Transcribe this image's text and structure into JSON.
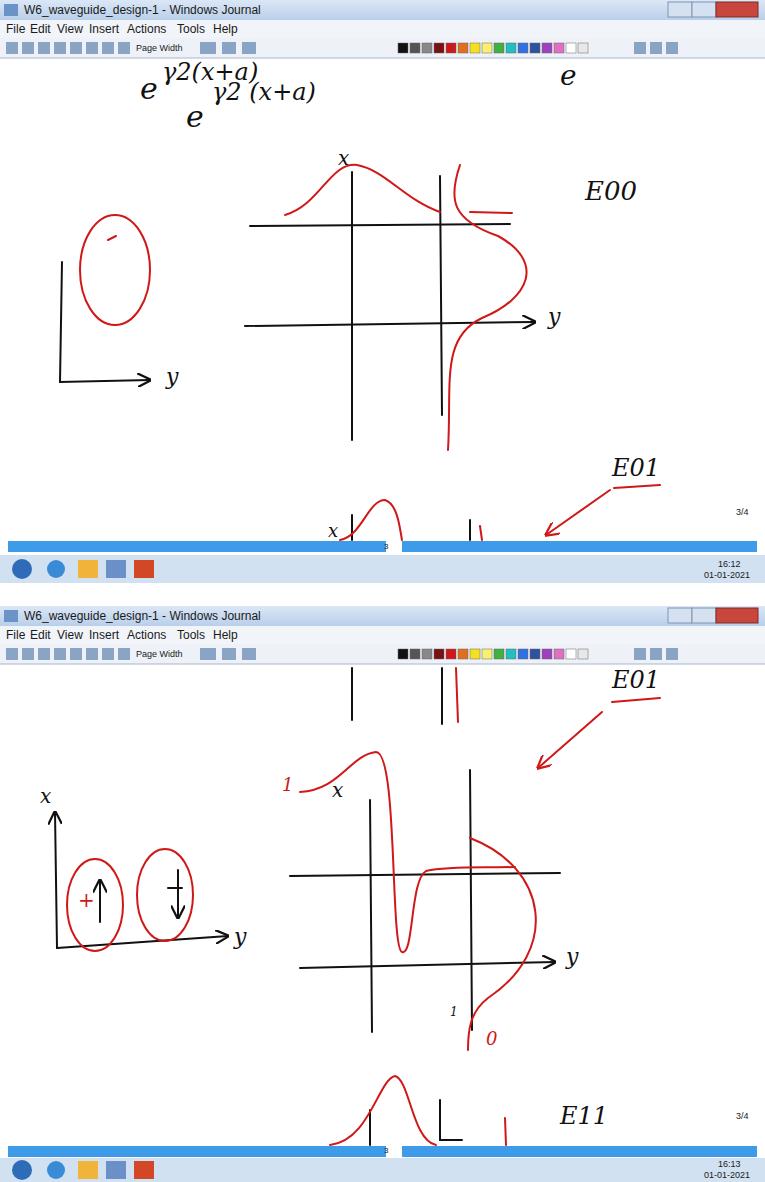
{
  "diagram": {
    "labels": [
      "W6_waveguide_design-1 - Windows Journal",
      "File",
      "Edit",
      "View",
      "Insert",
      "Actions",
      "Tools",
      "Help",
      "Page Width",
      "e",
      "γ2(x+a)",
      "e",
      "γ2 (x+a)",
      "e",
      "x",
      "E00",
      "y",
      "y",
      "E01",
      "x",
      "3/4",
      "3",
      "16:12",
      "01-01-2021",
      "W6_waveguide_design-1 - Windows Journal",
      "File",
      "Edit",
      "View",
      "Insert",
      "Actions",
      "Tools",
      "Help",
      "Page Width",
      "E01",
      "x",
      "1",
      "x",
      "+",
      "y",
      "y",
      "1",
      "0",
      "E11",
      "3/4",
      "3",
      "16:13",
      "01-01-2021"
    ]
  }
}
